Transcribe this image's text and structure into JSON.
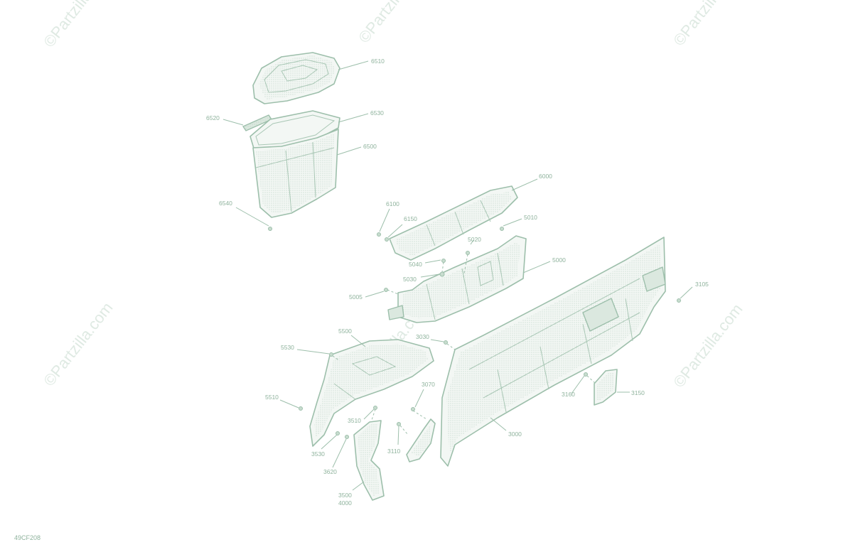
{
  "diagram_code": "49CF208",
  "watermark": "©Partzilla.com",
  "colors": {
    "line": "#9dbfab",
    "label": "#8fb39d",
    "fill": "#f3f7f4"
  },
  "callouts": {
    "p6510": "6510",
    "p6520": "6520",
    "p6530": "6530",
    "p6500": "6500",
    "p6540": "6540",
    "p6000": "6000",
    "p6100": "6100",
    "p6150": "6150",
    "p5010": "5010",
    "p5020": "5020",
    "p5040": "5040",
    "p5030": "5030",
    "p5000": "5000",
    "p5005": "5005",
    "p3105": "3105",
    "p5500": "5500",
    "p3030": "3030",
    "p5530": "5530",
    "p3070": "3070",
    "p3160": "3160",
    "p3150": "3150",
    "p5510": "5510",
    "p3510": "3510",
    "p3000": "3000",
    "p3110": "3110",
    "p3530": "3530",
    "p3620": "3620",
    "p3500": "3500",
    "p4000": "4000"
  }
}
